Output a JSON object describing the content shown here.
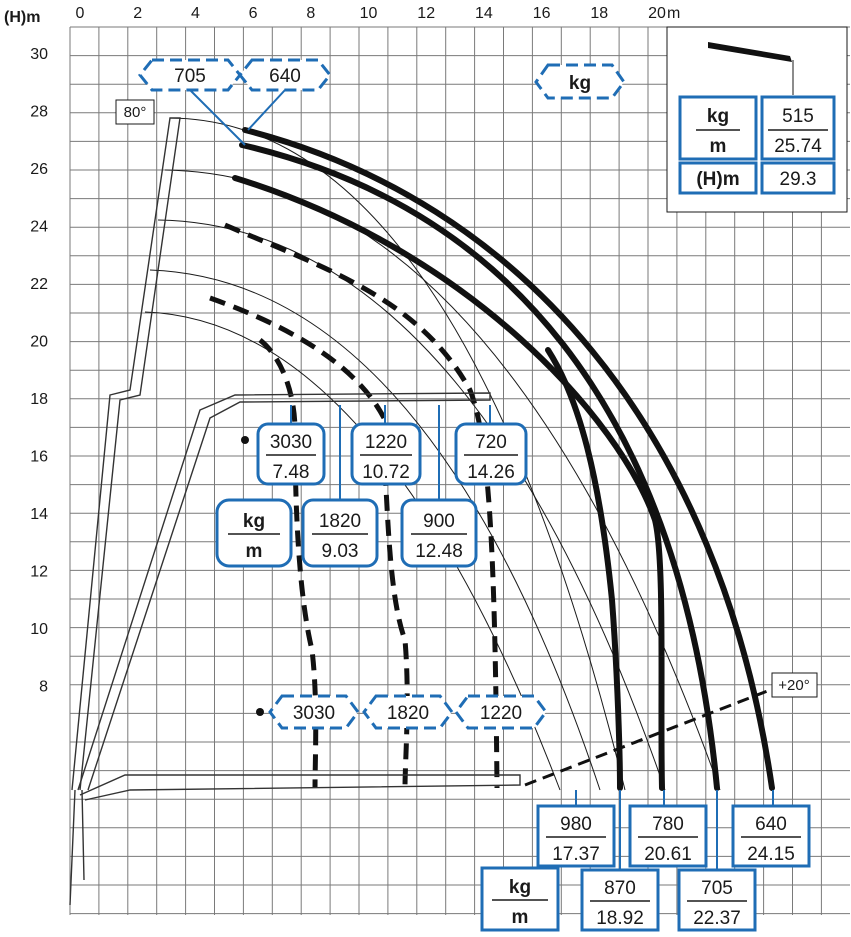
{
  "axes": {
    "y_unit": "(H)m",
    "x_unit": "m",
    "x_ticks": [
      "0",
      "2",
      "4",
      "6",
      "8",
      "10",
      "12",
      "14",
      "16",
      "18",
      "20"
    ],
    "y_ticks": [
      "30",
      "28",
      "26",
      "24",
      "22",
      "20",
      "18",
      "16",
      "14",
      "12",
      "10",
      "8"
    ]
  },
  "angles": {
    "max": "80°",
    "min": "+20°"
  },
  "top_tags": {
    "a": "705",
    "b": "640",
    "unit": "kg"
  },
  "legend_box": {
    "unit_kg": "kg",
    "unit_m": "m",
    "height_label": "(H)m",
    "load": "515",
    "reach": "25.74",
    "height": "29.3"
  },
  "unit_tags": {
    "mid_kg": "kg",
    "mid_m": "m",
    "bottom_kg": "kg",
    "bottom_m": "m"
  },
  "upper_loads": [
    {
      "kg": "3030",
      "m": "7.48"
    },
    {
      "kg": "1820",
      "m": "9.03"
    },
    {
      "kg": "1220",
      "m": "10.72"
    },
    {
      "kg": "900",
      "m": "12.48"
    },
    {
      "kg": "720",
      "m": "14.26"
    }
  ],
  "lower_loads": [
    "3030",
    "1820",
    "1220"
  ],
  "bottom_loads": [
    {
      "kg": "980",
      "m": "17.37"
    },
    {
      "kg": "870",
      "m": "18.92"
    },
    {
      "kg": "780",
      "m": "20.61"
    },
    {
      "kg": "705",
      "m": "22.37"
    },
    {
      "kg": "640",
      "m": "24.15"
    }
  ],
  "colors": {
    "blue": "#1f6db5",
    "ink": "#1a1a1a",
    "grid": "#7a7a7a"
  }
}
